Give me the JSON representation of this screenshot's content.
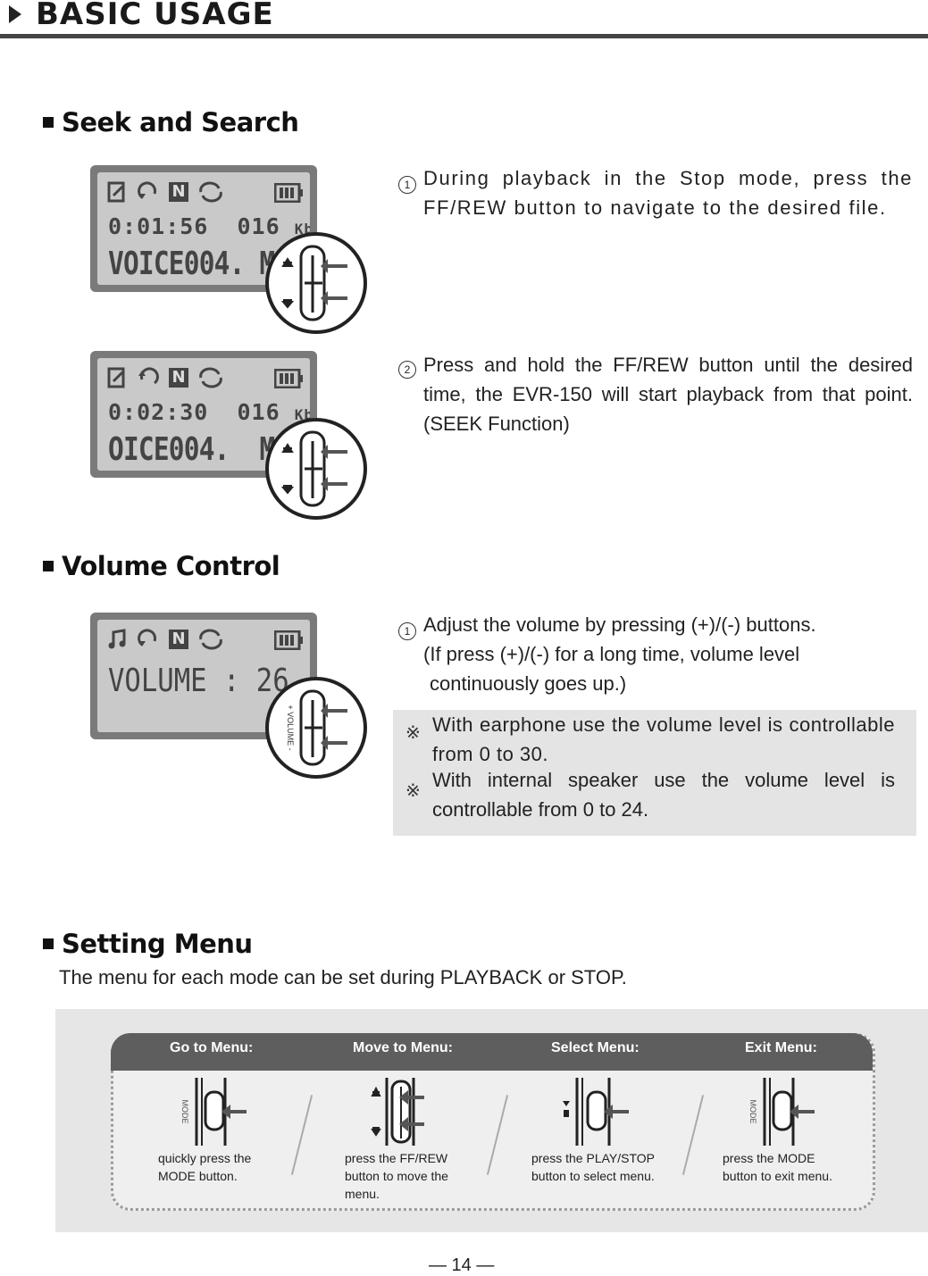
{
  "header": {
    "title": "BASIC USAGE"
  },
  "sections": {
    "seek": "Seek and Search",
    "volume": "Volume Control",
    "setting": "Setting Menu"
  },
  "seek": {
    "step1": {
      "num": "1",
      "text": "During playback in the Stop mode, press the FF/REW button to navigate to the desired file."
    },
    "step2": {
      "num": "2",
      "text": "Press and hold the FF/REW button until the desired time, the EVR-150 will start playback from that point.(SEEK Function)"
    },
    "lcd1": {
      "time": "0:01:56",
      "bitrate": "016",
      "unit": "Kbps",
      "file": "VOICE004. M"
    },
    "lcd2": {
      "time": "0:02:30",
      "bitrate": "016",
      "unit": "Kbps",
      "file": "OICE004.  M"
    },
    "lcd_n": "N"
  },
  "volume": {
    "step1": {
      "num": "1",
      "line1": "Adjust the volume by pressing (+)/(-) buttons.",
      "line2": "(If press (+)/(-) for a long time, volume level",
      "line3": "continuously goes up.)"
    },
    "lcd": {
      "text": "VOLUME : 26"
    },
    "button_label": "+ VOLUME -",
    "notes": {
      "mark": "※",
      "note1": "With earphone use the volume level is controllable from 0 to 30.",
      "note2": "With internal speaker use the volume level is controllable from 0 to 24."
    }
  },
  "setting": {
    "intro": "The menu for each mode can be set during PLAYBACK or STOP.",
    "steps": [
      {
        "head": "Go to Menu:",
        "desc": "quickly press the MODE button.",
        "btn": "MODE"
      },
      {
        "head": "Move to Menu:",
        "desc": "press the FF/REW button to move the menu.",
        "btn": ""
      },
      {
        "head": "Select Menu:",
        "desc": "press the PLAY/STOP button to select menu.",
        "btn": ""
      },
      {
        "head": "Exit Menu:",
        "desc": "press the MODE button to exit menu.",
        "btn": "MODE"
      }
    ]
  },
  "footer": {
    "page": "— 14 —"
  },
  "colors": {
    "lcd_frame": "#7a7a7a",
    "lcd_screen": "#c9c9c9",
    "menu_bar": "#5e5e5e",
    "note_bg": "#e4e4e4"
  }
}
